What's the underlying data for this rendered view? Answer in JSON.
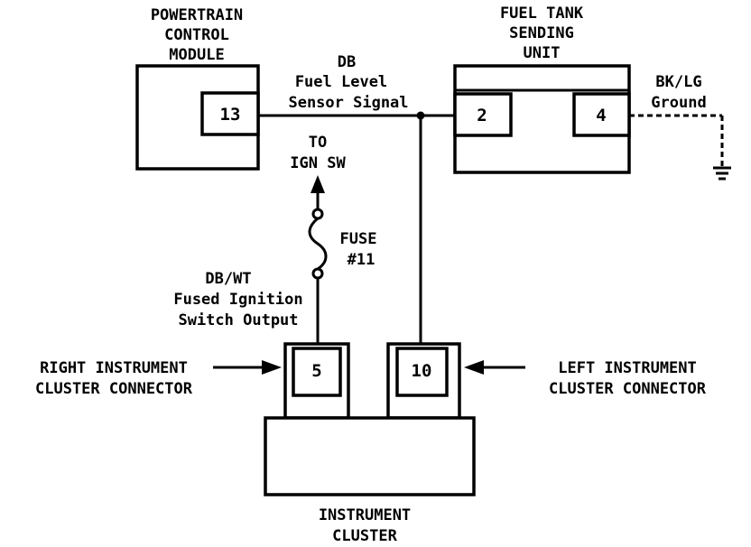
{
  "pcm": {
    "title_lines": [
      "POWERTRAIN",
      "CONTROL",
      "MODULE"
    ],
    "pin": "13"
  },
  "sending_unit": {
    "title_lines": [
      "FUEL TANK",
      "SENDING",
      "UNIT"
    ],
    "pin_left": "2",
    "pin_right": "4"
  },
  "fuel_signal_wire": {
    "color": "DB",
    "desc_lines": [
      "Fuel Level",
      "Sensor Signal"
    ]
  },
  "ground_wire": {
    "color": "BK/LG",
    "desc": "Ground"
  },
  "ign": {
    "lines": [
      "TO",
      "IGN SW"
    ]
  },
  "fuse": {
    "lines": [
      "FUSE",
      "#11"
    ]
  },
  "fused_wire": {
    "color": "DB/WT",
    "desc_lines": [
      "Fused Ignition",
      "Switch Output"
    ]
  },
  "right_connector": {
    "lines": [
      "RIGHT INSTRUMENT",
      "CLUSTER CONNECTOR"
    ],
    "pin": "5"
  },
  "left_connector": {
    "lines": [
      "LEFT INSTRUMENT",
      "CLUSTER CONNECTOR"
    ],
    "pin": "10"
  },
  "cluster": {
    "title_lines": [
      "INSTRUMENT",
      "CLUSTER"
    ]
  }
}
